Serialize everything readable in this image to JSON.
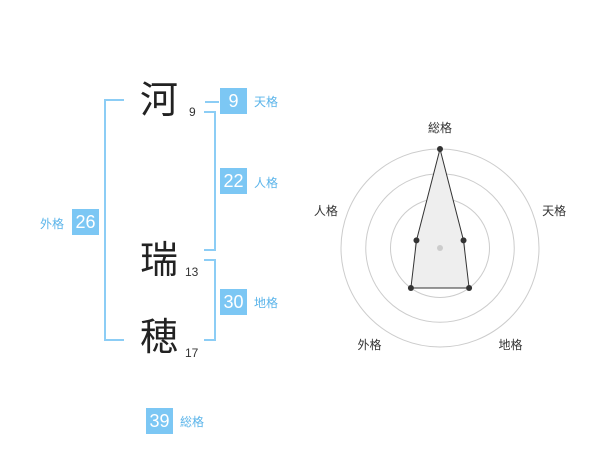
{
  "name": {
    "chars": [
      {
        "char": "河",
        "strokes": "9"
      },
      {
        "char": "瑞",
        "strokes": "13"
      },
      {
        "char": "穂",
        "strokes": "17"
      }
    ]
  },
  "kakusu": {
    "tenkaku": {
      "value": "9",
      "label": "天格"
    },
    "jinkaku": {
      "value": "22",
      "label": "人格"
    },
    "chikaku": {
      "value": "30",
      "label": "地格"
    },
    "gaikaku": {
      "value": "26",
      "label": "外格"
    },
    "soukaku": {
      "value": "39",
      "label": "総格"
    }
  },
  "chart_data": {
    "type": "radar",
    "axes": [
      "総格",
      "天格",
      "地格",
      "外格",
      "人格"
    ],
    "values": [
      4,
      1,
      2,
      2,
      1
    ],
    "rmax": 4,
    "rings": 4,
    "colors": {
      "fill": "#eeeeee",
      "stroke": "#333333",
      "grid": "#cccccc"
    }
  },
  "colors": {
    "accent": "#7cc7f4",
    "accent_text": "#5ab4ea"
  }
}
